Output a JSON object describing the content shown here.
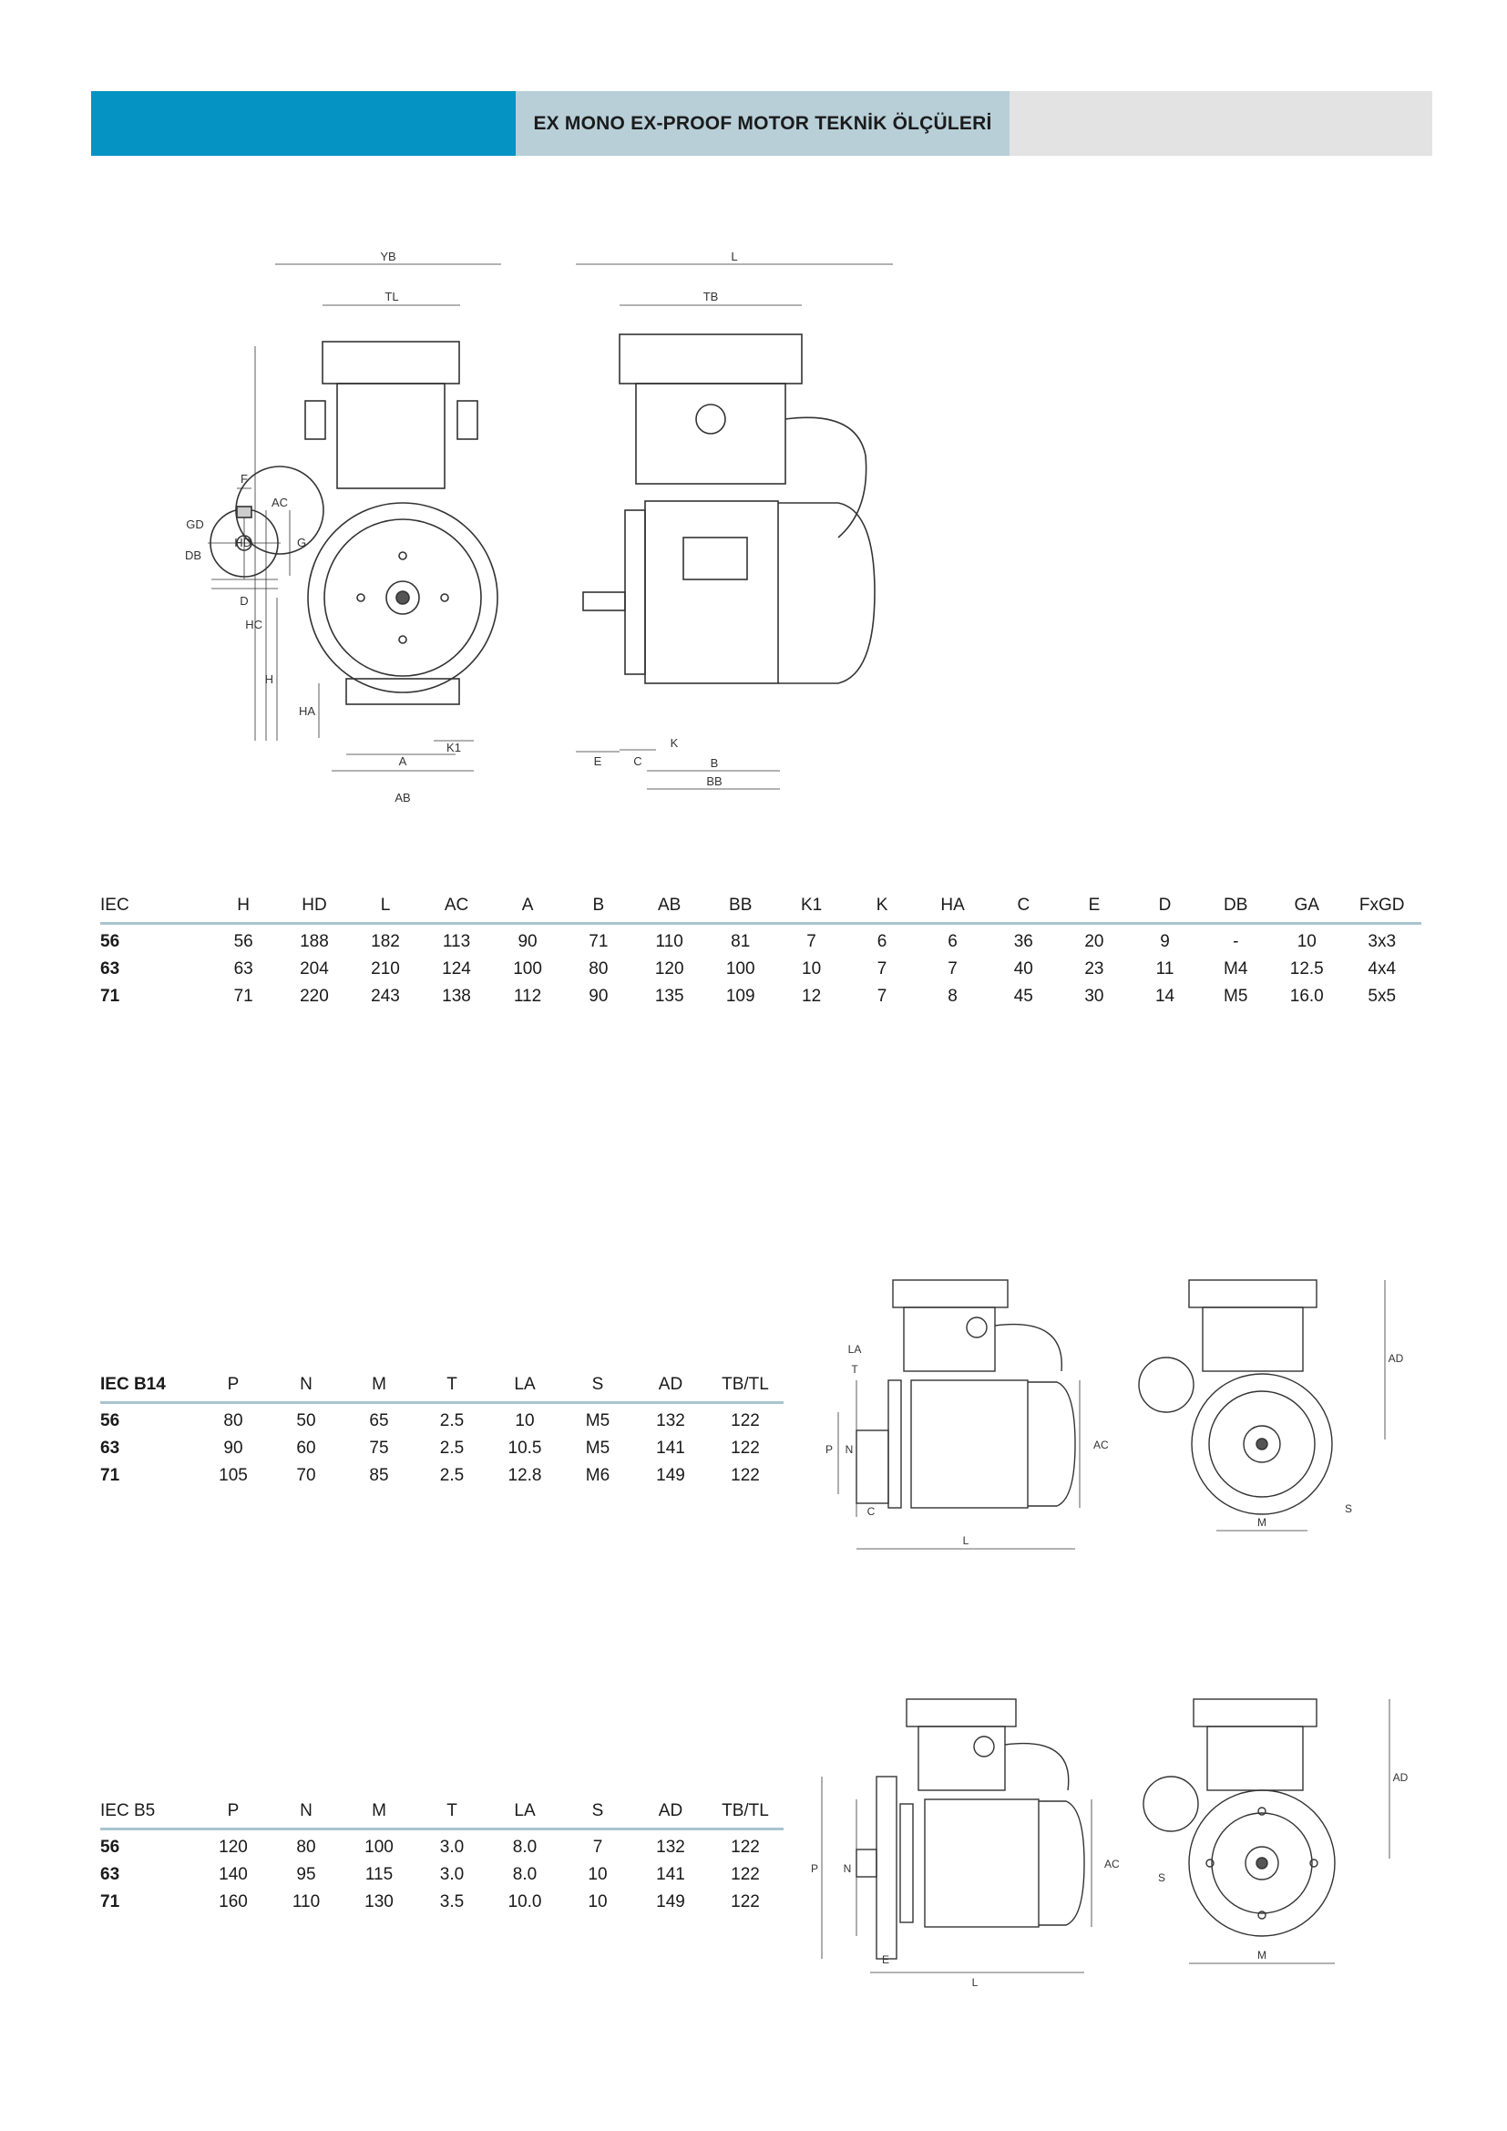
{
  "header": {
    "title": "EX MONO EX-PROOF MOTOR TEKNİK ÖLÇÜLERİ"
  },
  "drawing_main": {
    "labels": [
      "YB",
      "TL",
      "L",
      "TB",
      "HD",
      "HC",
      "H",
      "HA",
      "A",
      "K1",
      "AB",
      "E",
      "C",
      "K",
      "B",
      "BB",
      "F",
      "GD",
      "G",
      "DB",
      "D",
      "AC"
    ]
  },
  "drawing_b14": {
    "labels": [
      "LA",
      "T",
      "P",
      "N",
      "C",
      "L",
      "AC",
      "AD",
      "S",
      "M"
    ]
  },
  "drawing_b5": {
    "labels": [
      "P",
      "N",
      "E",
      "L",
      "AC",
      "AD",
      "S",
      "M"
    ]
  },
  "table_main": {
    "columns": [
      "IEC",
      "H",
      "HD",
      "L",
      "AC",
      "A",
      "B",
      "AB",
      "BB",
      "K1",
      "K",
      "HA",
      "C",
      "E",
      "D",
      "DB",
      "GA",
      "FxGD"
    ],
    "rows": [
      [
        "56",
        "56",
        "188",
        "182",
        "113",
        "90",
        "71",
        "110",
        "81",
        "7",
        "6",
        "6",
        "36",
        "20",
        "9",
        "-",
        "10",
        "3x3"
      ],
      [
        "63",
        "63",
        "204",
        "210",
        "124",
        "100",
        "80",
        "120",
        "100",
        "10",
        "7",
        "7",
        "40",
        "23",
        "11",
        "M4",
        "12.5",
        "4x4"
      ],
      [
        "71",
        "71",
        "220",
        "243",
        "138",
        "112",
        "90",
        "135",
        "109",
        "12",
        "7",
        "8",
        "45",
        "30",
        "14",
        "M5",
        "16.0",
        "5x5"
      ]
    ]
  },
  "table_b14": {
    "columns": [
      "IEC B14",
      "P",
      "N",
      "M",
      "T",
      "LA",
      "S",
      "AD",
      "TB/TL"
    ],
    "rows": [
      [
        "56",
        "80",
        "50",
        "65",
        "2.5",
        "10",
        "M5",
        "132",
        "122"
      ],
      [
        "63",
        "90",
        "60",
        "75",
        "2.5",
        "10.5",
        "M5",
        "141",
        "122"
      ],
      [
        "71",
        "105",
        "70",
        "85",
        "2.5",
        "12.8",
        "M6",
        "149",
        "122"
      ]
    ]
  },
  "table_b5": {
    "columns": [
      "IEC B5",
      "P",
      "N",
      "M",
      "T",
      "LA",
      "S",
      "AD",
      "TB/TL"
    ],
    "rows": [
      [
        "56",
        "120",
        "80",
        "100",
        "3.0",
        "8.0",
        "7",
        "132",
        "122"
      ],
      [
        "63",
        "140",
        "95",
        "115",
        "3.0",
        "8.0",
        "10",
        "141",
        "122"
      ],
      [
        "71",
        "160",
        "110",
        "130",
        "3.5",
        "10.0",
        "10",
        "149",
        "122"
      ]
    ]
  }
}
